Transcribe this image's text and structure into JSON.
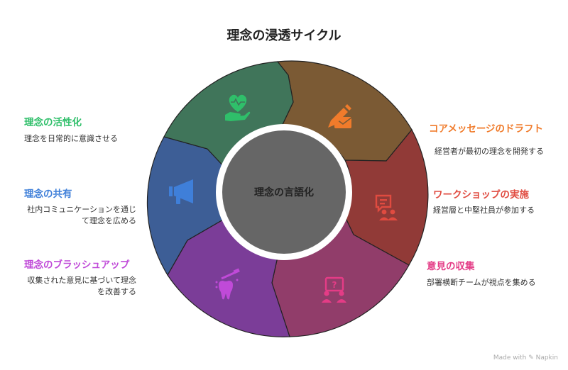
{
  "title": "理念の浸透サイクル",
  "center": "理念の言語化",
  "steps": [
    {
      "label": "コアメッセージのドラフト",
      "desc": "経営者が最初の理念を開発する",
      "color": "#f07b2b",
      "icon": "pen-letter-icon"
    },
    {
      "label": "ワークショップの実施",
      "desc": "経営層と中堅社員が参加する",
      "color": "#e04b40",
      "icon": "presentation-people-icon"
    },
    {
      "label": "意見の収集",
      "desc": "部署横断チームが視点を集める",
      "color": "#e43c86",
      "icon": "question-people-icon"
    },
    {
      "label": "理念のブラッシュアップ",
      "desc": [
        "収集された意見に基づいて理念",
        "を改善する"
      ],
      "color": "#c04ad8",
      "icon": "tooth-brush-icon"
    },
    {
      "label": "理念の共有",
      "desc": [
        "社内コミュニケーションを通じ",
        "て理念を広める"
      ],
      "color": "#3f7fd9",
      "icon": "megaphone-icon"
    },
    {
      "label": "理念の活性化",
      "desc": "理念を日常的に意識させる",
      "color": "#2fbf6a",
      "icon": "heart-hand-icon"
    }
  ],
  "footer": "Made with ✎ Napkin"
}
